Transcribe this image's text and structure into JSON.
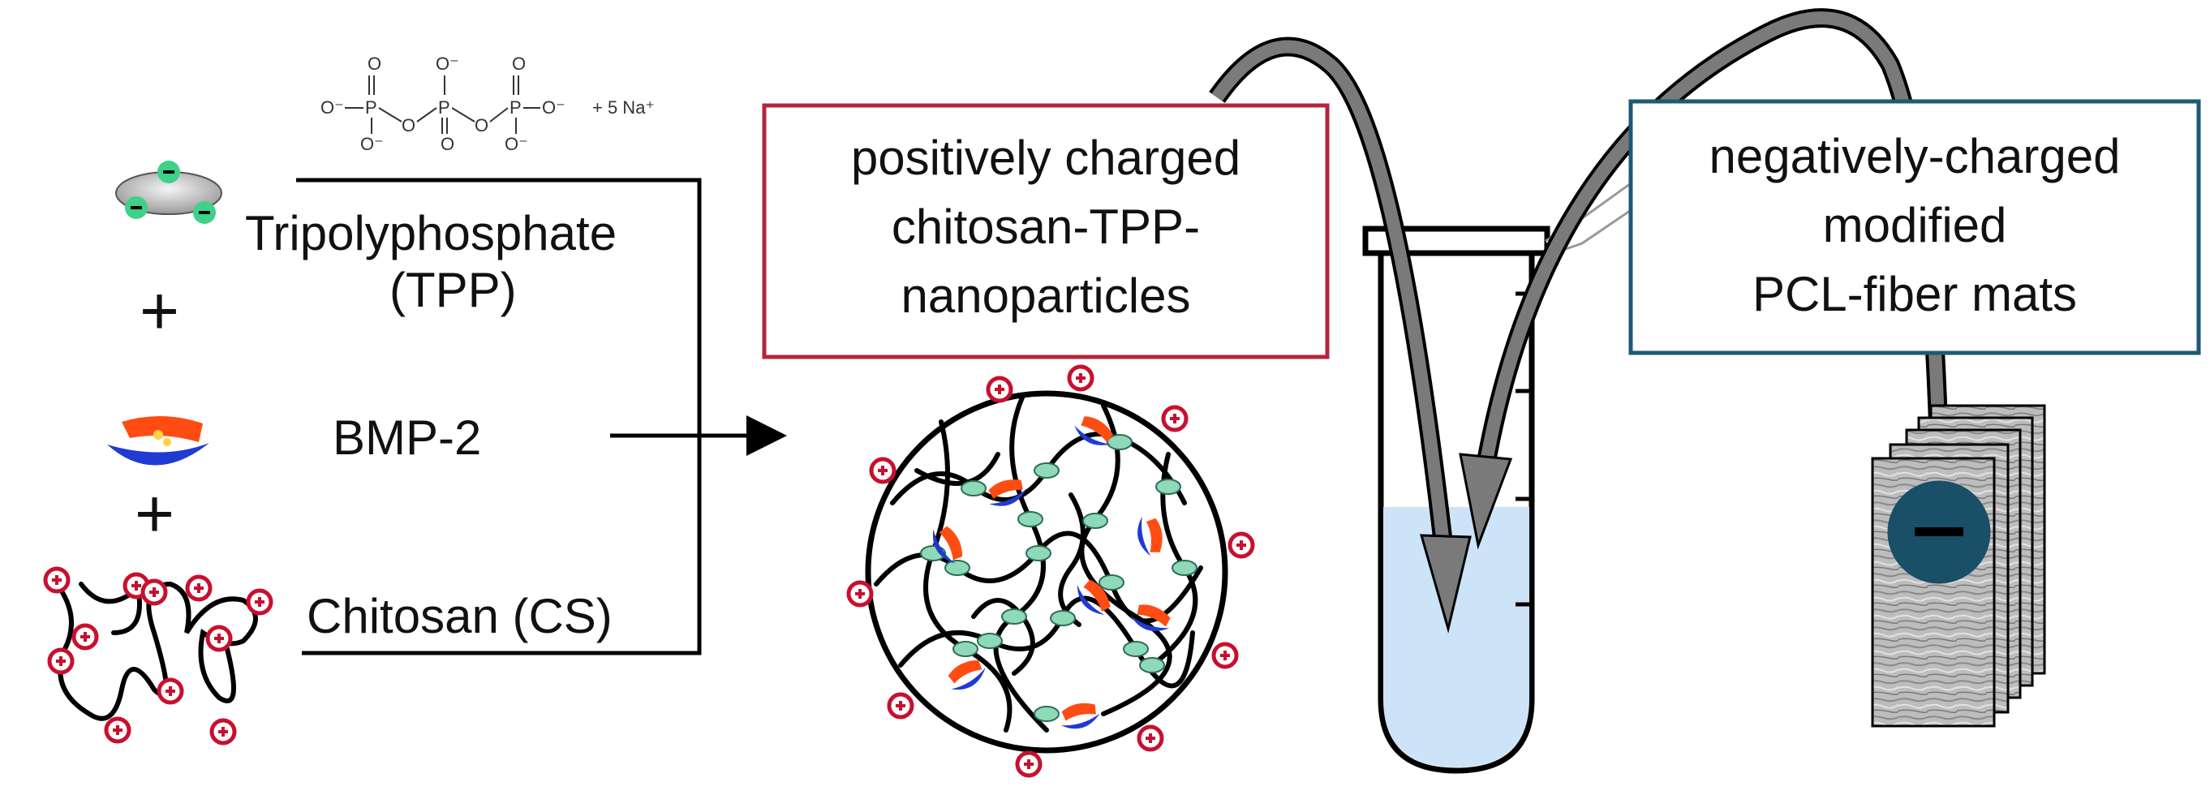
{
  "tpp_structure": {
    "o_minus": "O⁻",
    "o": "O",
    "p": "P",
    "sodium": "+ 5 Na⁺"
  },
  "reagents": {
    "tpp_line1": "Tripolyphosphate",
    "tpp_line2": "(TPP)",
    "bmp": "BMP-2",
    "chitosan": "Chitosan (CS)",
    "plus": "+"
  },
  "boxes": {
    "positive_line1": "positively charged",
    "positive_line2": "chitosan-TPP-",
    "positive_line3": "nanoparticles",
    "negative_line1": "negatively-charged",
    "negative_line2": "modified",
    "negative_line3": "PCL-fiber mats"
  },
  "colors": {
    "positive_box_border": "#b5243c",
    "negative_box_border": "#1d5a73",
    "charge_red": "#c8102e",
    "crosslink_green": "#8ed9b8",
    "bmp_blue": "#1f3bd1",
    "bmp_orange": "#ff4c12",
    "liquid": "#cde3f7",
    "minus_disc": "#1a4f68",
    "arrow_gray": "#7a7a7a",
    "tpp_ellipse_green": "#3fd18a"
  }
}
